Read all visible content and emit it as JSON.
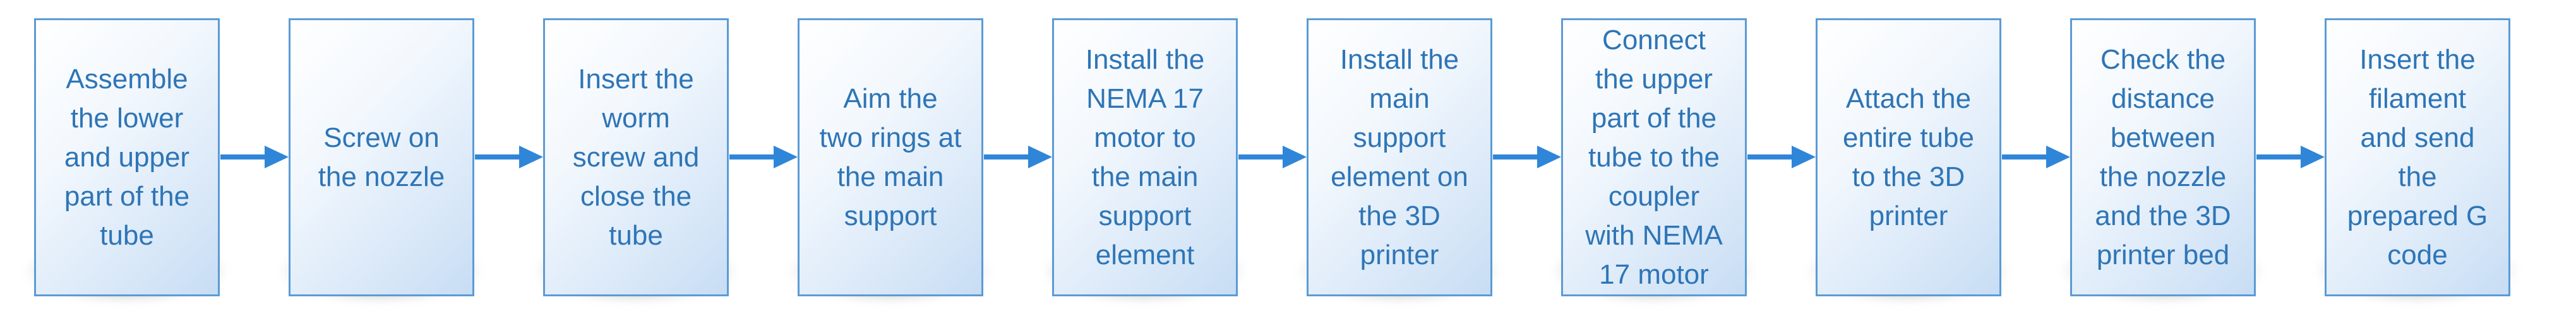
{
  "steps": [
    {
      "label": "Assemble\nthe lower\nand upper\npart of the\ntube"
    },
    {
      "label": "Screw on\nthe nozzle"
    },
    {
      "label": "Insert the\nworm\nscrew and\nclose the\ntube"
    },
    {
      "label": "Aim the\ntwo rings at\nthe main\nsupport"
    },
    {
      "label": "Install the\nNEMA 17\nmotor to\nthe main\nsupport\nelement"
    },
    {
      "label": "Install the\nmain\nsupport\nelement on\nthe 3D\nprinter"
    },
    {
      "label": "Connect\nthe upper\npart of the\ntube to the\ncoupler\nwith NEMA\n17 motor"
    },
    {
      "label": "Attach the\nentire tube\nto the 3D\nprinter"
    },
    {
      "label": "Check the\ndistance\nbetween\nthe nozzle\nand the 3D\nprinter bed"
    },
    {
      "label": "Insert the\nfilament\nand send\nthe\nprepared G\ncode"
    }
  ],
  "colors": {
    "box_border": "#5b9bd5",
    "text": "#2e75b6",
    "arrow": "#2f86d8"
  }
}
